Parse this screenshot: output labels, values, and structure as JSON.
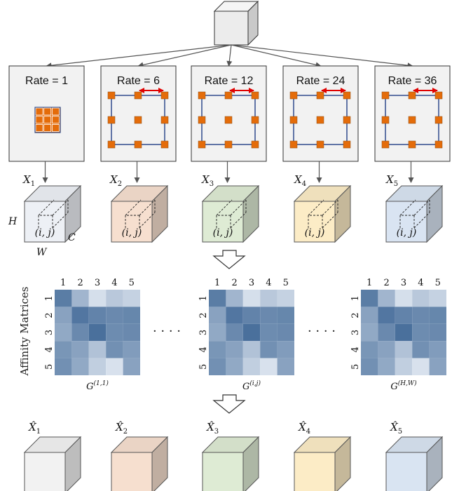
{
  "rate_labels": [
    "Rate = 1",
    "Rate = 6",
    "Rate = 12",
    "Rate = 24",
    "Rate = 36"
  ],
  "feature_maps": [
    {
      "label": "X",
      "sub": "1",
      "color": "#edf0f5"
    },
    {
      "label": "X",
      "sub": "2",
      "color": "#f6dfcf"
    },
    {
      "label": "X",
      "sub": "3",
      "color": "#deebd4"
    },
    {
      "label": "X",
      "sub": "4",
      "color": "#fcecc6"
    },
    {
      "label": "X",
      "sub": "5",
      "color": "#d9e4f2"
    }
  ],
  "cube_text": {
    "pos": "(i, j)",
    "H": "H",
    "W": "W",
    "C": "C"
  },
  "affinity": {
    "side_label": "Affinity Matrices",
    "indices": [
      "1",
      "2",
      "3",
      "4",
      "5"
    ],
    "dots": "· · · ·",
    "matrices": [
      {
        "label": "G",
        "sup": "(1,1)"
      },
      {
        "label": "G",
        "sup": "(i,j)"
      },
      {
        "label": "G",
        "sup": "(H,W)"
      }
    ]
  },
  "outputs": [
    {
      "label": "X̂",
      "sub": "1",
      "color": "#f2f2f2"
    },
    {
      "label": "X̂",
      "sub": "2",
      "color": "#f6dfcf"
    },
    {
      "label": "X̂",
      "sub": "3",
      "color": "#deebd4"
    },
    {
      "label": "X̂",
      "sub": "4",
      "color": "#fcecc6"
    },
    {
      "label": "X̂",
      "sub": "5",
      "color": "#d9e4f2"
    }
  ],
  "colors": {
    "accent_orange": "#e46c0a",
    "frame_blue": "#2f4b8c",
    "arrow_red": "#e00000",
    "heat": "#5a7fa6"
  }
}
